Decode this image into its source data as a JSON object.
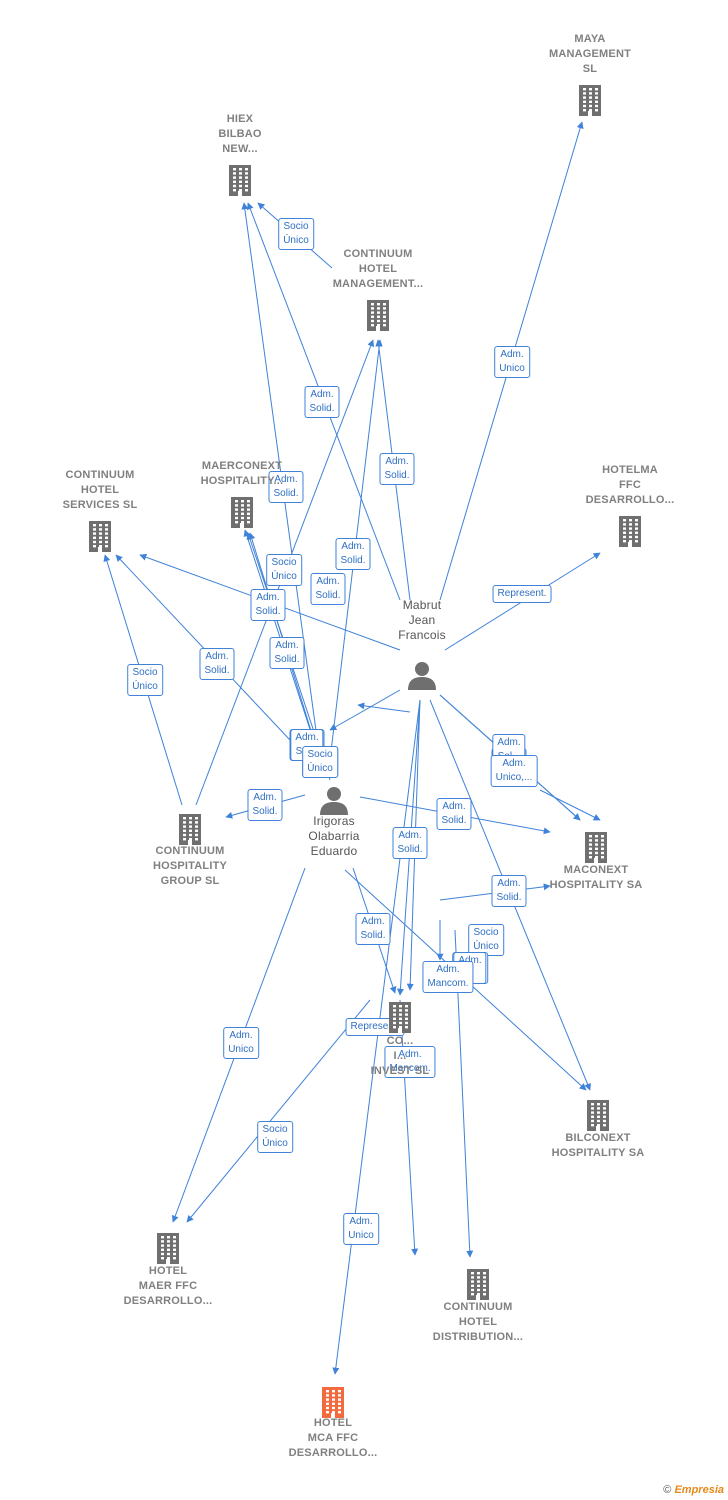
{
  "colors": {
    "edge": "#3f82d8",
    "building": "#6f6f6f",
    "focus_building": "#f26a3d",
    "person": "#6f6f6f"
  },
  "nodes": [
    {
      "id": "maya",
      "label": [
        "MAYA",
        "MANAGEMENT",
        "SL"
      ],
      "type": "company"
    },
    {
      "id": "hiex",
      "label": [
        "HIEX",
        "BILBAO",
        "NEW..."
      ],
      "type": "company"
    },
    {
      "id": "cont_mgmt",
      "label": [
        "CONTINUUM",
        "HOTEL",
        "MANAGEMENT..."
      ],
      "type": "company"
    },
    {
      "id": "maerconext",
      "label": [
        "MAERCONEXT",
        "HOSPITALITY..."
      ],
      "type": "company"
    },
    {
      "id": "cont_services",
      "label": [
        "CONTINUUM",
        "HOTEL",
        "SERVICES SL"
      ],
      "type": "company"
    },
    {
      "id": "hotelma",
      "label": [
        "HOTELMA",
        "FFC",
        "DESARROLLO..."
      ],
      "type": "company"
    },
    {
      "id": "mabrut",
      "label": [
        "Mabrut",
        "Jean",
        "Francois"
      ],
      "type": "person"
    },
    {
      "id": "irigoras",
      "label": [
        "Irigoras",
        "Olabarria",
        "Eduardo"
      ],
      "type": "person"
    },
    {
      "id": "cont_group",
      "label": [
        "CONTINUUM",
        "HOSPITALITY",
        "GROUP  SL"
      ],
      "type": "company"
    },
    {
      "id": "maconext",
      "label": [
        "MACONEXT",
        "HOSPITALITY SA"
      ],
      "type": "company"
    },
    {
      "id": "cont_invest",
      "label": [
        "CO...",
        "I...",
        "INVEST SL"
      ],
      "type": "company"
    },
    {
      "id": "bilconext",
      "label": [
        "BILCONEXT",
        "HOSPITALITY SA"
      ],
      "type": "company"
    },
    {
      "id": "hotel_maer",
      "label": [
        "HOTEL",
        "MAER FFC",
        "DESARROLLO..."
      ],
      "type": "company"
    },
    {
      "id": "cont_distribution",
      "label": [
        "CONTINUUM",
        "HOTEL",
        "DISTRIBUTION..."
      ],
      "type": "company"
    },
    {
      "id": "hotel_mca",
      "label": [
        "HOTEL",
        "MCA FFC",
        "DESARROLLO..."
      ],
      "type": "focus"
    }
  ],
  "edges": [
    {
      "label": [
        "Socio",
        "Único"
      ]
    },
    {
      "label": [
        "Adm.",
        "Unico"
      ]
    },
    {
      "label": [
        "Adm.",
        "Solid."
      ]
    },
    {
      "label": [
        "Adm.",
        "Solid."
      ]
    },
    {
      "label": [
        "Adm.",
        "Solid."
      ]
    },
    {
      "label": [
        "Adm.",
        "Solid."
      ]
    },
    {
      "label": [
        "Socio",
        "Único"
      ]
    },
    {
      "label": [
        "Adm.",
        "Solid."
      ]
    },
    {
      "label": [
        "Adm.",
        "Solid."
      ]
    },
    {
      "label": [
        "Represent."
      ]
    },
    {
      "label": [
        "Socio",
        "Único"
      ]
    },
    {
      "label": [
        "Adm.",
        "Solid."
      ]
    },
    {
      "label": [
        "Socio",
        "Único"
      ]
    },
    {
      "label": [
        "Adm.",
        "Solid."
      ]
    },
    {
      "label": [
        "Adm.",
        "Solid."
      ]
    },
    {
      "label": [
        "Adm.",
        "Sol..."
      ]
    },
    {
      "label": [
        "Socio",
        "Único"
      ]
    },
    {
      "label": [
        "Adm.",
        "Solid."
      ]
    },
    {
      "label": [
        "Adm.",
        "Solid."
      ]
    },
    {
      "label": [
        "Adm.",
        "Solid."
      ]
    },
    {
      "label": [
        "Adm.",
        "Sol..."
      ]
    },
    {
      "label": [
        "Adm.",
        "Unico,..."
      ]
    },
    {
      "label": [
        "Adm.",
        "Solid."
      ]
    },
    {
      "label": [
        "Adm.",
        "Solid."
      ]
    },
    {
      "label": [
        "Socio",
        "Único"
      ]
    },
    {
      "label": [
        "Adm.",
        "Solid."
      ]
    },
    {
      "label": [
        "Socio",
        "Único"
      ]
    },
    {
      "label": [
        "Adm.",
        "..."
      ]
    },
    {
      "label": [
        "Adm.",
        "Mancom."
      ]
    },
    {
      "label": [
        "Represent."
      ]
    },
    {
      "label": [
        "Adm.",
        "Unico"
      ]
    },
    {
      "label": [
        "Adm.",
        "Mancom."
      ]
    },
    {
      "label": [
        "Socio",
        "Único"
      ]
    },
    {
      "label": [
        "Adm.",
        "Unico"
      ]
    }
  ],
  "footer": {
    "copyright": "©",
    "brand": "Empresia"
  }
}
